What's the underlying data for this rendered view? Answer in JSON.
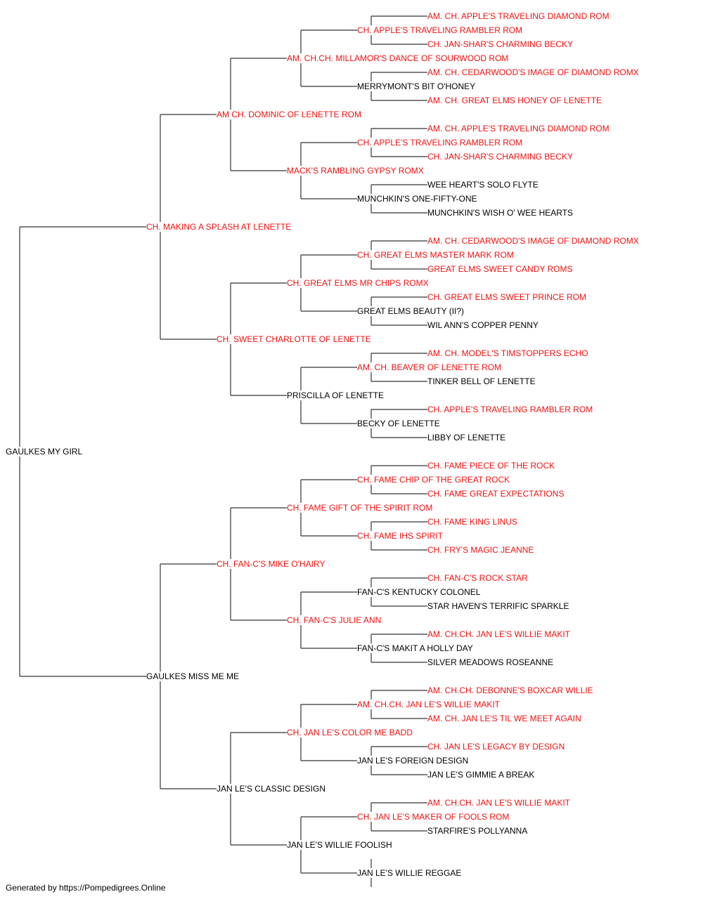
{
  "colors": {
    "champion": "#ee1111",
    "regular": "#000000",
    "line": "#333333"
  },
  "pedigree": {
    "name": "GAULKES MY GIRL",
    "champion": false,
    "sire": {
      "name": "CH. MAKING A SPLASH AT LENETTE",
      "champion": true,
      "sire": {
        "name": "AM CH. DOMINIC OF LENETTE ROM",
        "champion": true,
        "sire": {
          "name": "AM. CH.CH. MILLAMOR'S DANCE OF SOURWOOD ROM",
          "champion": true,
          "sire": {
            "name": "CH. APPLE'S TRAVELING RAMBLER ROM",
            "champion": true,
            "sire": {
              "name": "AM. CH. APPLE'S TRAVELING DIAMOND ROM",
              "champion": true
            },
            "dam": {
              "name": "CH. JAN-SHAR'S CHARMING BECKY",
              "champion": true
            }
          },
          "dam": {
            "name": "MERRYMONT'S BIT O'HONEY",
            "champion": false,
            "sire": {
              "name": "AM. CH. CEDARWOOD'S IMAGE OF DIAMOND ROMX",
              "champion": true
            },
            "dam": {
              "name": "AM. CH. GREAT ELMS HONEY OF LENETTE",
              "champion": true
            }
          }
        },
        "dam": {
          "name": "MACK'S RAMBLING GYPSY ROMX",
          "champion": true,
          "sire": {
            "name": "CH. APPLE'S TRAVELING RAMBLER ROM",
            "champion": true,
            "sire": {
              "name": "AM. CH. APPLE'S TRAVELING DIAMOND ROM",
              "champion": true
            },
            "dam": {
              "name": "CH. JAN-SHAR'S CHARMING BECKY",
              "champion": true
            }
          },
          "dam": {
            "name": "MUNCHKIN'S ONE-FIFTY-ONE",
            "champion": false,
            "sire": {
              "name": "WEE HEART'S SOLO FLYTE",
              "champion": false
            },
            "dam": {
              "name": "MUNCHKIN'S WISH O' WEE HEARTS",
              "champion": false
            }
          }
        }
      },
      "dam": {
        "name": "CH. SWEET CHARLOTTE OF LENETTE",
        "champion": true,
        "sire": {
          "name": "CH. GREAT ELMS MR CHIPS ROMX",
          "champion": true,
          "sire": {
            "name": "CH. GREAT ELMS MASTER MARK ROM",
            "champion": true,
            "sire": {
              "name": "AM. CH. CEDARWOOD'S IMAGE OF DIAMOND ROMX",
              "champion": true
            },
            "dam": {
              "name": "GREAT ELMS SWEET CANDY ROMS",
              "champion": true
            }
          },
          "dam": {
            "name": "GREAT ELMS BEAUTY (II?)",
            "champion": false,
            "sire": {
              "name": "CH. GREAT ELMS SWEET PRINCE ROM",
              "champion": true
            },
            "dam": {
              "name": "WIL ANN'S COPPER PENNY",
              "champion": false
            }
          }
        },
        "dam": {
          "name": "PRISCILLA OF LENETTE",
          "champion": false,
          "sire": {
            "name": "AM. CH. BEAVER OF LENETTE ROM",
            "champion": true,
            "sire": {
              "name": "AM. CH. MODEL'S TIMSTOPPERS ECHO",
              "champion": true
            },
            "dam": {
              "name": "TINKER BELL OF LENETTE",
              "champion": false
            }
          },
          "dam": {
            "name": "BECKY OF LENETTE",
            "champion": false,
            "sire": {
              "name": "CH. APPLE'S TRAVELING RAMBLER ROM",
              "champion": true
            },
            "dam": {
              "name": "LIBBY OF LENETTE",
              "champion": false
            }
          }
        }
      }
    },
    "dam": {
      "name": "GAULKES MISS ME ME",
      "champion": false,
      "sire": {
        "name": "CH. FAN-C'S MIKE O'HAIRY",
        "champion": true,
        "sire": {
          "name": "CH. FAME GIFT OF THE SPIRIT ROM",
          "champion": true,
          "sire": {
            "name": "CH. FAME CHIP OF THE GREAT ROCK",
            "champion": true,
            "sire": {
              "name": "CH. FAME PIECE OF THE ROCK",
              "champion": true
            },
            "dam": {
              "name": "CH. FAME GREAT EXPECTATIONS",
              "champion": true
            }
          },
          "dam": {
            "name": "CH. FAME IHS SPIRIT",
            "champion": true,
            "sire": {
              "name": "CH. FAME KING LINUS",
              "champion": true
            },
            "dam": {
              "name": "CH. FRY'S MAGIC JEANNE",
              "champion": true
            }
          }
        },
        "dam": {
          "name": "CH. FAN-C'S JULIE ANN",
          "champion": true,
          "sire": {
            "name": "FAN-C'S KENTUCKY COLONEL",
            "champion": false,
            "sire": {
              "name": "CH. FAN-C'S ROCK STAR",
              "champion": true
            },
            "dam": {
              "name": "STAR HAVEN'S TERRIFIC SPARKLE",
              "champion": false
            }
          },
          "dam": {
            "name": "FAN-C'S MAKIT A HOLLY DAY",
            "champion": false,
            "sire": {
              "name": "AM. CH.CH. JAN LE'S WILLIE MAKIT",
              "champion": true
            },
            "dam": {
              "name": "SILVER MEADOWS ROSEANNE",
              "champion": false
            }
          }
        }
      },
      "dam": {
        "name": "JAN LE'S CLASSIC DESIGN",
        "champion": false,
        "sire": {
          "name": "CH. JAN LE'S COLOR ME BADD",
          "champion": true,
          "sire": {
            "name": "AM. CH.CH. JAN LE'S WILLIE MAKIT",
            "champion": true,
            "sire": {
              "name": "AM. CH.CH. DEBONNE'S BOXCAR WILLIE",
              "champion": true
            },
            "dam": {
              "name": "AM. CH. JAN LE'S TIL WE MEET AGAIN",
              "champion": true
            }
          },
          "dam": {
            "name": "JAN LE'S FOREIGN DESIGN",
            "champion": false,
            "sire": {
              "name": "CH. JAN LE'S LEGACY BY DESIGN",
              "champion": true
            },
            "dam": {
              "name": "JAN LE'S GIMMIE A BREAK",
              "champion": false
            }
          }
        },
        "dam": {
          "name": "JAN LE'S WILLIE FOOLISH",
          "champion": false,
          "sire": {
            "name": "CH. JAN LE'S MAKER OF FOOLS ROM",
            "champion": true,
            "sire": {
              "name": "AM. CH.CH. JAN LE'S WILLIE MAKIT",
              "champion": true
            },
            "dam": {
              "name": "STARFIRE'S POLLYANNA",
              "champion": false
            }
          },
          "dam": {
            "name": "JAN LE'S WILLIE REGGAE",
            "champion": false
          }
        }
      }
    }
  },
  "footer": {
    "text": "Generated by https://Pompedigrees.Online"
  }
}
